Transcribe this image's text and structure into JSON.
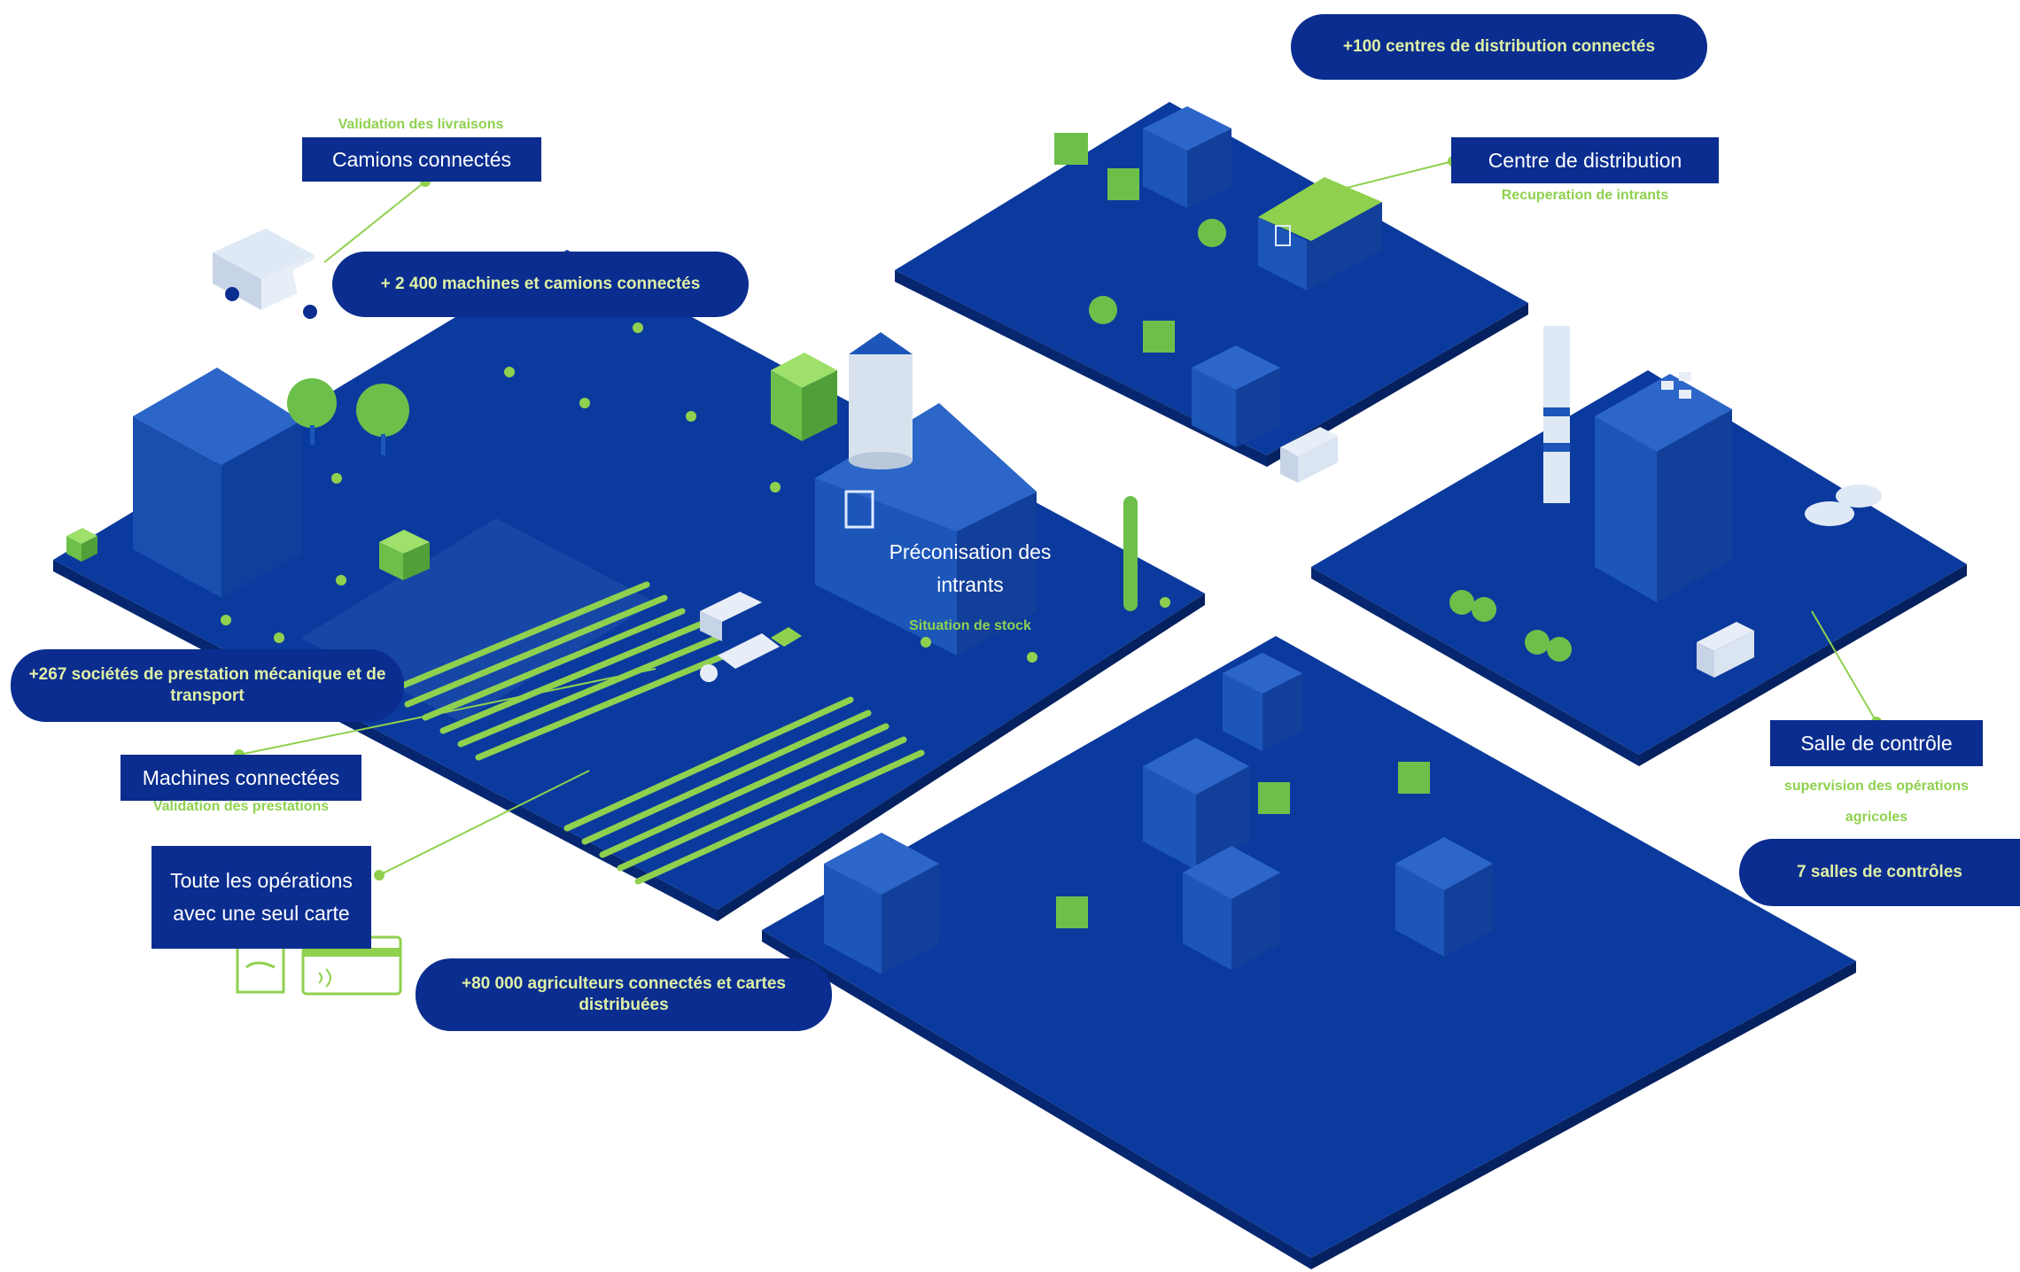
{
  "colors": {
    "navy": "#0a2d8f",
    "platform_top": "#0b3a9e",
    "platform_side": "#062770",
    "building": "#1c56b8",
    "accent_green": "#8fd14f",
    "pill_text": "#dff0a6"
  },
  "stats": {
    "distribution_centers": "+100  centres de distribution connectés",
    "machines_trucks": "+ 2 400  machines et camions connectés",
    "service_companies": "+267  sociétés de prestation mécanique et de transport",
    "farmers": "+80 000  agriculteurs connectés et cartes distribuées",
    "control_rooms": "7 salles de contrôles"
  },
  "labels": {
    "trucks": {
      "title": "Camions connectés",
      "subtitle": "Validation des livraisons"
    },
    "distribution_center": {
      "title": "Centre de distribution",
      "subtitle": "Recuperation de intrants"
    },
    "recommendation": {
      "title": "Préconisation des intrants",
      "subtitle": "Situation de stock"
    },
    "machines": {
      "title": "Machines connectées",
      "subtitle": "Validation des prestations"
    },
    "card": {
      "title": "Toute les opérations avec une seul carte"
    },
    "control_room": {
      "title": "Salle de contrôle",
      "subtitle": "supervision des opérations agricoles"
    }
  },
  "icons": [
    "truck-icon",
    "farm-platform",
    "distribution-platform",
    "factory-platform",
    "empty-platform",
    "handshake-icon",
    "contactless-card-icon"
  ]
}
